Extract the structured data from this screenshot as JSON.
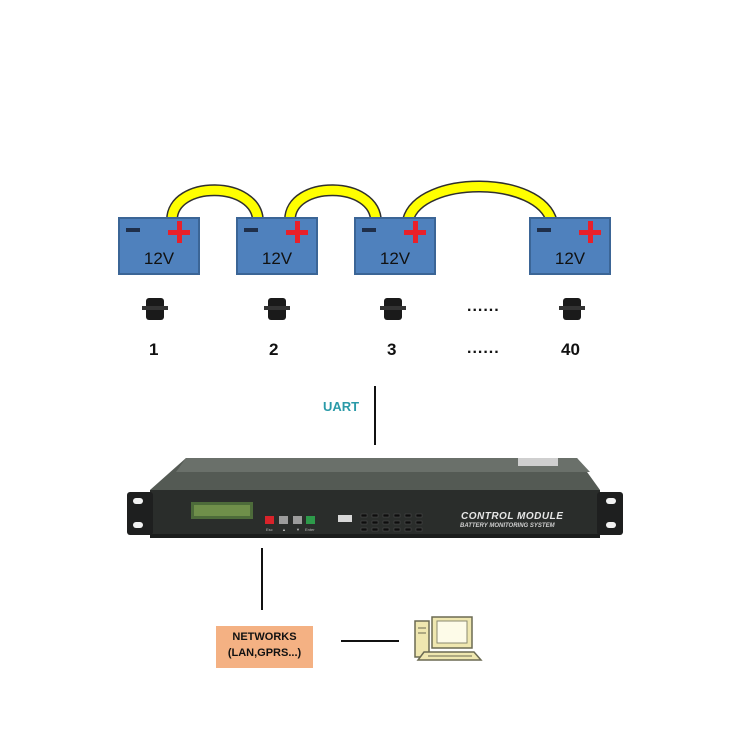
{
  "batteries": [
    {
      "voltage": "12V",
      "number": "1"
    },
    {
      "voltage": "12V",
      "number": "2"
    },
    {
      "voltage": "12V",
      "number": "3"
    },
    {
      "voltage": "12V",
      "number": "40"
    }
  ],
  "ellipsis": "......",
  "uart_label": "UART",
  "control_module": {
    "title": "CONTROL MODULE",
    "subtitle": "BATTERY MONITORING SYSTEM",
    "button_labels": [
      "Esc",
      "▲",
      "▼",
      "Enter"
    ]
  },
  "networks": {
    "line1": "NETWORKS",
    "line2": "(LAN,GPRS...)"
  },
  "colors": {
    "battery": "#4f81bd",
    "cable": "#ffff00",
    "positive_terminal": "#e8202a",
    "uart_text": "#2a9aa8",
    "networks_box": "#f4b183"
  }
}
